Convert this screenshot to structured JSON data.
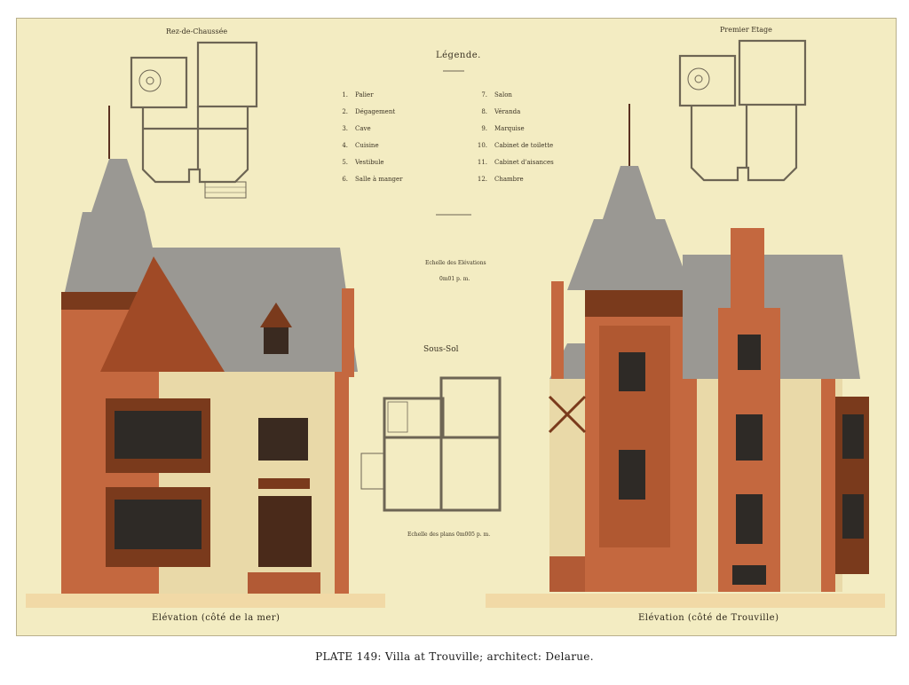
{
  "plate_caption": "PLATE 149: Villa at Trouville; architect: Delarue.",
  "plans": {
    "ground_floor_title": "Rez-de-Chaussée",
    "first_floor_title": "Premier Etage",
    "basement_title": "Sous-Sol"
  },
  "legend": {
    "title": "Légende.",
    "items": [
      {
        "num": "1.",
        "label": "Palier"
      },
      {
        "num": "2.",
        "label": "Dégagement"
      },
      {
        "num": "3.",
        "label": "Cave"
      },
      {
        "num": "4.",
        "label": "Cuisine"
      },
      {
        "num": "5.",
        "label": "Vestibule"
      },
      {
        "num": "6.",
        "label": "Salle à manger"
      },
      {
        "num": "7.",
        "label": "Salon"
      },
      {
        "num": "8.",
        "label": "Véranda"
      },
      {
        "num": "9.",
        "label": "Marquise"
      },
      {
        "num": "10.",
        "label": "Cabinet de toilette"
      },
      {
        "num": "11.",
        "label": "Cabinet d'aisances"
      },
      {
        "num": "12.",
        "label": "Chambre"
      }
    ]
  },
  "scales": {
    "elevations_line1": "Echelle des Elévations",
    "elevations_line2": "0m01 p. m.",
    "plans": "Echelle des plans 0m005 p. m."
  },
  "elevations": {
    "left_caption": "Elévation (côté de la mer)",
    "right_caption": "Elévation (côté de Trouville)"
  },
  "colors": {
    "paper": "#f3ecc2",
    "brick": "#c4683f",
    "brick_dark": "#8e3e22",
    "roof": "#9a9893",
    "timber": "#7a3a1c",
    "stone": "#e9d9a8"
  }
}
